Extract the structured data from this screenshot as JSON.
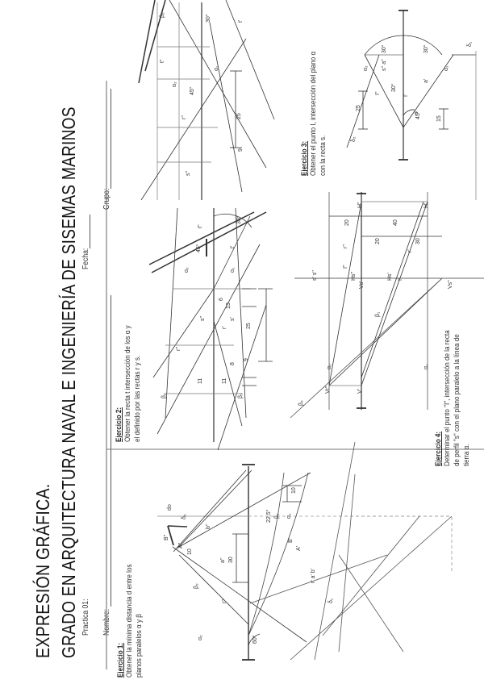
{
  "header": {
    "title_line1": "EXPRESIÓN GRÁFICA.",
    "title_line2": "GRADO EN ARQUITECTURA NAVAL E INGENIERÍA DE SISEMAS MARINOS",
    "practica_label": "Practica 01:",
    "nombre_label": "Nombre:",
    "fecha_label": "Fecha:",
    "grupo_label": "Grupo:"
  },
  "exercises": [
    {
      "title": "Ejercicio 1:",
      "desc_line1": "Obtener la mínima distancia d  entre los",
      "desc_line2": "planos paralelos α y β",
      "labels": {
        "do": "do",
        "delta2": "δ₂",
        "delta1": "δ₁",
        "B2": "B''",
        "A2": "A''",
        "b2": "b''",
        "a2": "a''",
        "B1": "B'",
        "A1": "A'",
        "r1": "r' a' b'",
        "r2": "r''",
        "beta2": "β₂",
        "alpha2": "α₂",
        "beta1": "β₁",
        "alpha1": "α₁",
        "dim10": "10",
        "dim30": "30",
        "angle60": "60°",
        "angle225": "22,5°",
        "scale10": "10"
      }
    },
    {
      "title": "Ejercicio 2:",
      "desc_line1": "Obtener la recta t intersección de los α y",
      "desc_line2": "el definido por las rectas r y s.",
      "labels": {
        "beta2": "β₂",
        "beta1": "β₁",
        "alpha2": "α₂",
        "alpha1": "α₁",
        "r2": "r''",
        "r1": "r'",
        "s2": "s''",
        "s1": "s'",
        "t2": "t''",
        "t1": "t'",
        "angle45": "45°",
        "angle30": "30°",
        "dims": [
          "11",
          "11",
          "8",
          "6",
          "13",
          "25",
          "9"
        ]
      }
    },
    {
      "title": "Ejercicio 3:",
      "desc_line1": "Obtener el punto I, intersección del plano α",
      "desc_line2": "con la recta s.",
      "labels": {
        "delta2": "δ₂",
        "delta1": "δ₁",
        "alpha2": "α₂",
        "alpha1": "α₁",
        "s2a2": "s'' a''",
        "s1a1": "a'",
        "s1": "s'",
        "I2": "I''",
        "I1": "I'",
        "angle30a": "30°",
        "angle30b": "30°",
        "angle30c": "30°",
        "angle45": "45°",
        "dim25": "25",
        "dim15": "15"
      }
    },
    {
      "title": "Ejercicio 4:",
      "desc_line1": "Determinar el punto \"I\", intersección de la recta",
      "desc_line2": "de perfil \"s\" con el plano paralelo a la línea de",
      "desc_line3": "tierra α.",
      "labels": {
        "beta2": "β₂",
        "beta1": "β₁",
        "alpha2": "α₂",
        "alpha1": "α₁",
        "Vr2": "Vr''",
        "V1": "V'",
        "Vs1": "Vs'",
        "Vs2": "Vs''",
        "Hs2": "Hs''",
        "Hs1": "Hs'",
        "H2": "H''",
        "H1": "H'",
        "I2": "I''",
        "I1": "I'",
        "r2": "r''",
        "r1": "r'",
        "s1s2": "s' s''",
        "dims": [
          "20",
          "40",
          "20",
          "30"
        ]
      }
    }
  ]
}
